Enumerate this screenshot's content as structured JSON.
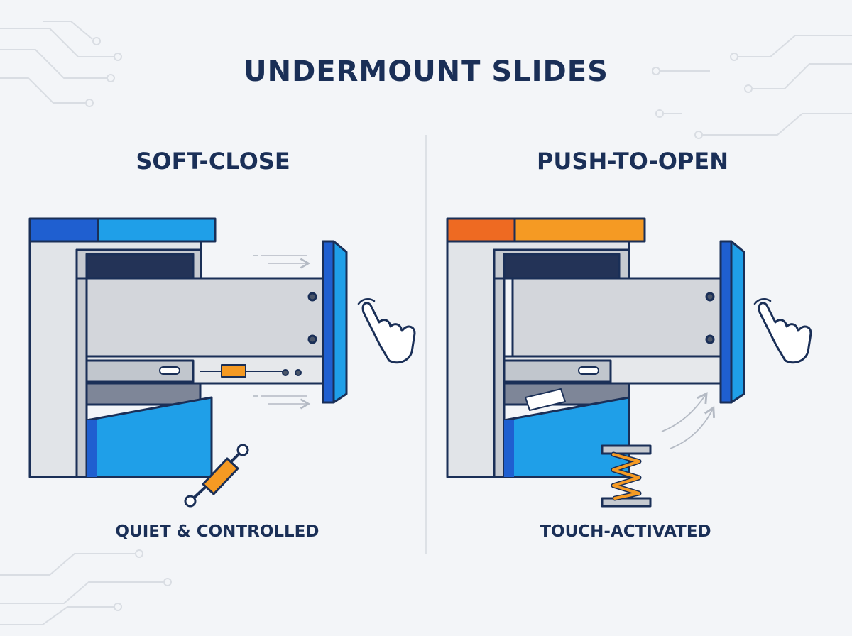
{
  "title": "UNDERMOUNT SLIDES",
  "panels": [
    {
      "heading": "SOFT-CLOSE",
      "caption": "QUIET & CONTROLLED"
    },
    {
      "heading": "PUSH-TO-OPEN",
      "caption": "TOUCH-ACTIVATED"
    }
  ],
  "colors": {
    "navy": "#1a2f57",
    "blue": "#1f8fe0",
    "blue_dark": "#1f5fd0",
    "orange": "#f59a23",
    "orange_dark": "#ee6a22",
    "steel": "#c8ccd2",
    "background": "#f3f5f8"
  },
  "icons": [
    "hand-pointer-icon",
    "damper-icon",
    "spring-icon",
    "motion-arrow-icon",
    "circuit-trace-icon"
  ]
}
